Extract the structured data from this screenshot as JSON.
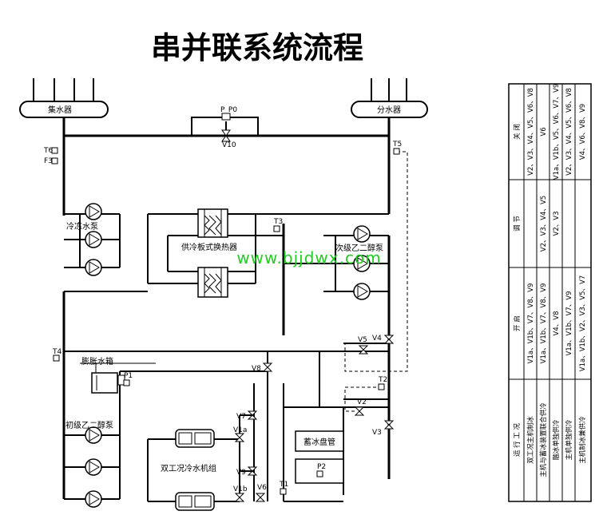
{
  "title": "串并联系统流程",
  "watermark": "www.bjjdwx.com",
  "headers": {
    "collector": "集水器",
    "distributor": "分水器"
  },
  "equipment": {
    "chilled_pump": "冷冻水泵",
    "plate_hx": "供冷板式换热器",
    "secondary_glycol_pump": "次级乙二醇泵",
    "expansion_tank": "膨胀水箱",
    "primary_glycol_pump": "初级乙二醇泵",
    "ice_coil": "蓄冰盘管",
    "dual_chiller": "双工况冷水机组"
  },
  "tags": {
    "pdp": "P_P0",
    "v10": "V10",
    "t6": "T6",
    "f3": "F3",
    "t5": "T5",
    "t3": "T3",
    "t4": "T4",
    "p1": "P1",
    "v8": "V8",
    "v7": "V7",
    "v1a": "V1a",
    "v9": "V9",
    "v1b": "V1b",
    "v6": "V6",
    "v5": "V5",
    "v4": "V4",
    "t2": "T2",
    "v2": "V2",
    "v3": "V3",
    "p2": "P2",
    "t1": "T1"
  },
  "table": {
    "headers": [
      "运 行 工 况",
      "开 启",
      "调 节",
      "关 闭"
    ],
    "rows": [
      [
        "双工况主机制冰",
        "V1a、V1b、V7、V8、V9",
        "",
        "V2、V3、V4、V5、V6、V8"
      ],
      [
        "主机与蓄冰装置联合供冷",
        "V1a、V1b、V7、V8、V9",
        "V2、V3、V4、V5",
        "V6"
      ],
      [
        "融冰单独供冷",
        "V4、V8",
        "V2、V3",
        "V1a、V1b、V5、V6、V7、V9"
      ],
      [
        "主机单独供冷",
        "V1a、V1b、V7、V9",
        "",
        "V2、V3、V4、V5、V6、V8"
      ],
      [
        "主机制冰兼供冷",
        "V1a、V1b、V2、V3、V5、V7",
        "",
        "V4、V6、V8、V9"
      ]
    ]
  }
}
